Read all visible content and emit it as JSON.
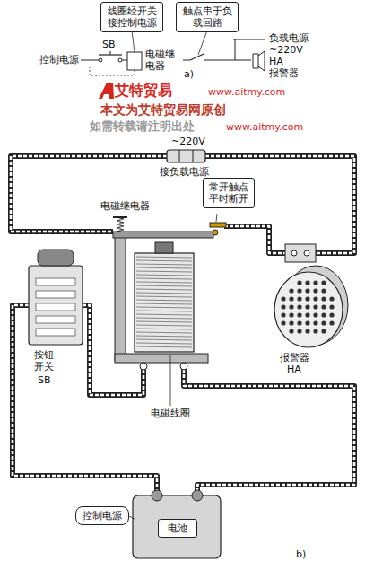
{
  "diagram": {
    "nodes": [
      {
        "text": [
          "线圈经开关接控制电源"
        ]
      },
      {
        "text": [
          "触点串于负载回路"
        ]
      },
      {
        "text": [
          "常开触点平时断开"
        ]
      },
      {
        "text": [
          "控制电源"
        ]
      },
      {
        "text": [
          "电池"
        ]
      }
    ],
    "labels": [
      "SB",
      "控制电源",
      "电磁继电器",
      "负载电源",
      "~220V",
      "HA",
      "报警器",
      "a)",
      "艾特贸易",
      "www.aitmy.com",
      "本文为艾特贸易网原创",
      "如需转载请注明出处",
      "www.aitmy.com",
      "~220V",
      "接负载电源",
      "电磁继电器",
      "报警器",
      "HA",
      "按钮开关",
      "SB",
      "电磁线圈",
      "b)"
    ]
  }
}
